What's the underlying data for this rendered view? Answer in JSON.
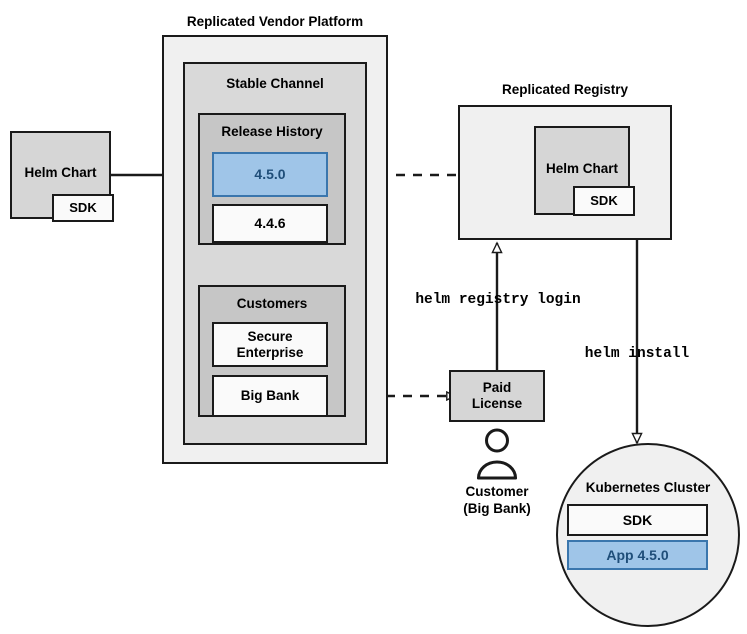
{
  "diagram": {
    "title_vendor_platform": "Replicated Vendor Platform",
    "title_registry": "Replicated Registry",
    "colors": {
      "highlight_blue_fill": "#9fc5e8",
      "highlight_blue_border": "#3a76ad",
      "highlight_blue_text": "#1f4e79",
      "outline": "#1a1a1a",
      "platform_fill": "#f0f0f0",
      "channel_fill": "#d9d9d9",
      "section_fill": "#c6c6c6",
      "item_fill": "#fafafa",
      "chart_fill": "#d6d6d6"
    },
    "left_helm_chart": {
      "label": "Helm Chart",
      "sdk_label": "SDK"
    },
    "vendor_platform": {
      "channel": {
        "label": "Stable Channel",
        "release_history": {
          "label": "Release History",
          "releases": [
            {
              "version": "4.5.0",
              "highlighted": true
            },
            {
              "version": "4.4.6",
              "highlighted": false
            }
          ]
        },
        "customers": {
          "label": "Customers",
          "items": [
            {
              "name": "Secure Enterprise"
            },
            {
              "name": "Big Bank"
            }
          ]
        }
      }
    },
    "registry": {
      "helm_chart_label": "Helm Chart",
      "sdk_label": "SDK"
    },
    "paid_license": {
      "label": "Paid License"
    },
    "customer": {
      "name_line1": "Customer",
      "name_line2": "(Big Bank)",
      "icon": "person-icon"
    },
    "commands": {
      "registry_login": "helm registry login",
      "install": "helm install"
    },
    "kubernetes_cluster": {
      "label": "Kubernetes Cluster",
      "components": [
        {
          "name": "SDK",
          "highlighted": false
        },
        {
          "name": "App 4.5.0",
          "highlighted": true
        }
      ]
    }
  }
}
